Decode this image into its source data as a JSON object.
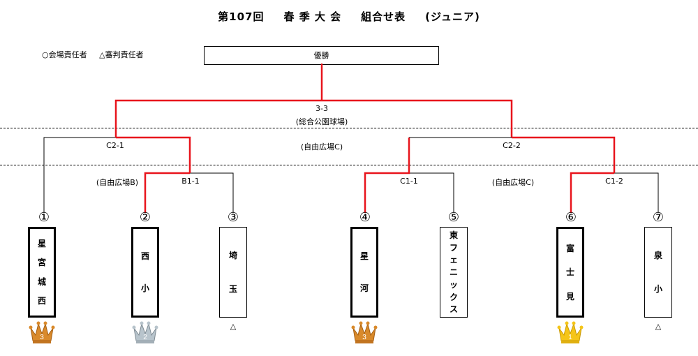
{
  "title": {
    "event": "第107回",
    "season": "春 季 大 会",
    "table": "組合せ表",
    "division": "(ジュニア)"
  },
  "legend": {
    "venue": "○会場責任者",
    "referee": "△審判責任者"
  },
  "final": {
    "label": "優勝",
    "match": "3-3",
    "venue": "(総合公園球場)"
  },
  "matches": {
    "c2_1": "C2-1",
    "c2_2": "C2-2",
    "c2_venue": "(自由広場C)",
    "b1_1": "B1-1",
    "b1_venue": "(自由広場B)",
    "c1_1": "C1-1",
    "c1_2": "C1-2",
    "c1_venue": "(自由広場C)"
  },
  "teams": [
    {
      "num": "①",
      "name": [
        "星",
        "宮",
        "城",
        "西"
      ],
      "medal": "3"
    },
    {
      "num": "②",
      "name": [
        "西",
        "小"
      ],
      "medal": "2"
    },
    {
      "num": "③",
      "name": [
        "埼",
        "玉"
      ],
      "referee": "△"
    },
    {
      "num": "④",
      "name": [
        "星",
        "河"
      ],
      "medal": "3"
    },
    {
      "num": "⑤",
      "name": [
        "東",
        "フ",
        "ェ",
        "ニ",
        "ッ",
        "ク",
        "ス"
      ]
    },
    {
      "num": "⑥",
      "name": [
        "富",
        "士",
        "見"
      ],
      "medal": "1"
    },
    {
      "num": "⑦",
      "name": [
        "泉",
        "小"
      ],
      "referee": "△"
    }
  ],
  "colors": {
    "winner_line": "#e8141c",
    "line": "#000000",
    "gold": "#f5c518",
    "silver": "#b8c4cc",
    "bronze": "#d98a2b"
  }
}
